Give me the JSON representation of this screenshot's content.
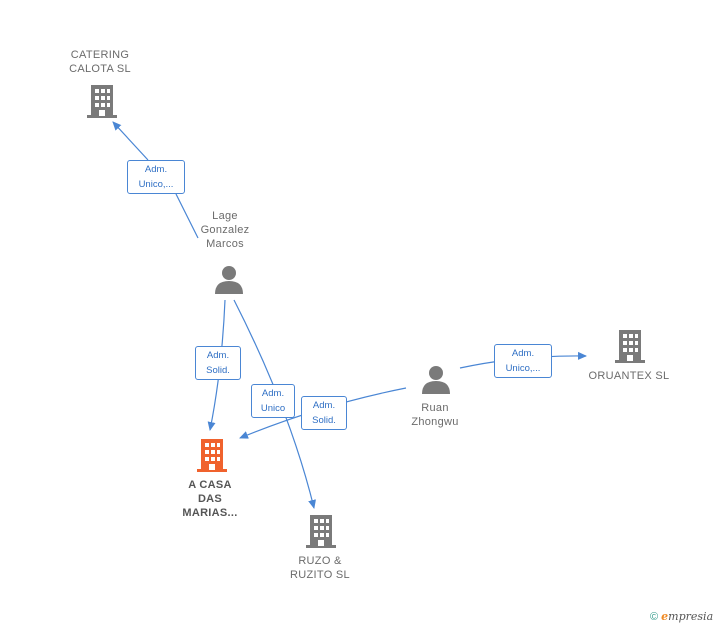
{
  "colors": {
    "edge": "#4a86d4",
    "company": "#7a7a7a",
    "focus_company": "#f0622d",
    "person": "#7a7a7a"
  },
  "nodes": {
    "catering": {
      "label": "CATERING\nCALOTA  SL",
      "type": "company",
      "icon": "building-icon"
    },
    "lage": {
      "label": "Lage\nGonzalez\nMarcos",
      "type": "person",
      "icon": "person-icon"
    },
    "acasa": {
      "label": "A CASA\nDAS\nMARIAS...",
      "type": "focus-company",
      "icon": "building-icon"
    },
    "ruzo": {
      "label": "RUZO &\nRUZITO SL",
      "type": "company",
      "icon": "building-icon"
    },
    "ruan": {
      "label": "Ruan\nZhongwu",
      "type": "person",
      "icon": "person-icon"
    },
    "oruantex": {
      "label": "ORUANTEX  SL",
      "type": "company",
      "icon": "building-icon"
    }
  },
  "edges": {
    "lage_catering": {
      "label": "Adm.\nUnico,..."
    },
    "lage_acasa": {
      "label": "Adm.\nSolid."
    },
    "lage_ruzo": {
      "label": "Adm.\nUnico"
    },
    "ruan_acasa": {
      "label": "Adm.\nSolid."
    },
    "ruan_oruantex": {
      "label": "Adm.\nUnico,..."
    }
  },
  "footer": {
    "copyright": "©",
    "brand_e": "e",
    "brand": "mpresia"
  }
}
